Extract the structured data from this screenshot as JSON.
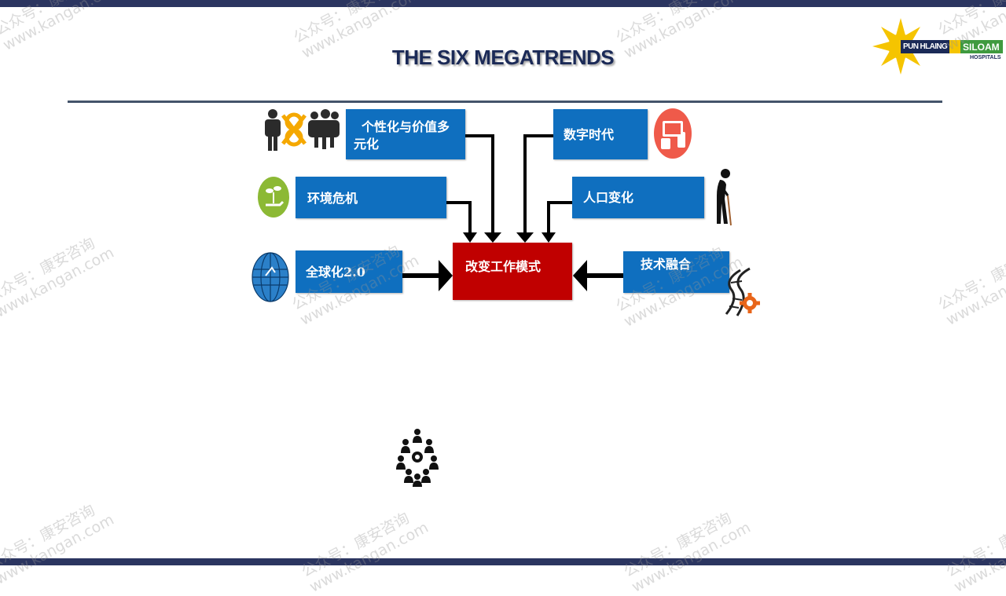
{
  "slide": {
    "title": "THE SIX MEGATRENDS"
  },
  "logo": {
    "left_text": "PUN HLAING",
    "right_text": "SILOAM",
    "sub_text": "HOSPITALS"
  },
  "diagram": {
    "center": "改变工作模式",
    "trends": {
      "personalization": "个性化与价值多元化",
      "environment": "环境危机",
      "globalization": "全球化2.0",
      "digital": "数字时代",
      "demographics": "人口变化",
      "convergence": "技术融合"
    }
  },
  "watermarks": [
    "公众号：康安咨询\nwww.kangan.com"
  ],
  "colors": {
    "box_blue": "#0f6fbf",
    "center_red": "#c00000",
    "title_navy": "#1b2a57",
    "frame_navy": "#2b3560"
  }
}
